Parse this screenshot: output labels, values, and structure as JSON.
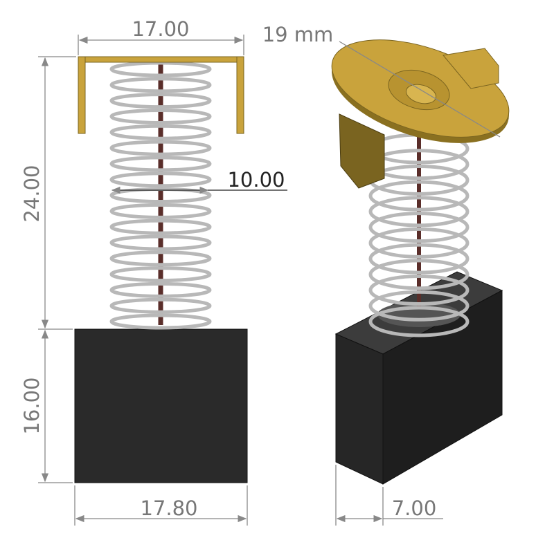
{
  "title": "Carbon brush with spring and clip",
  "dimensions": {
    "top_width": "17.00",
    "spring_length": "24.00",
    "spring_diameter": "10.00",
    "block_height": "16.00",
    "block_width": "17.80",
    "cap_diameter": "19 mm",
    "block_depth": "7.00"
  },
  "colors": {
    "brass": "#c9a33c",
    "brass_dark": "#7a6420",
    "carbon": "#2a2a2a",
    "spring": "#b8b8b8",
    "wire": "#5a2e2a"
  }
}
